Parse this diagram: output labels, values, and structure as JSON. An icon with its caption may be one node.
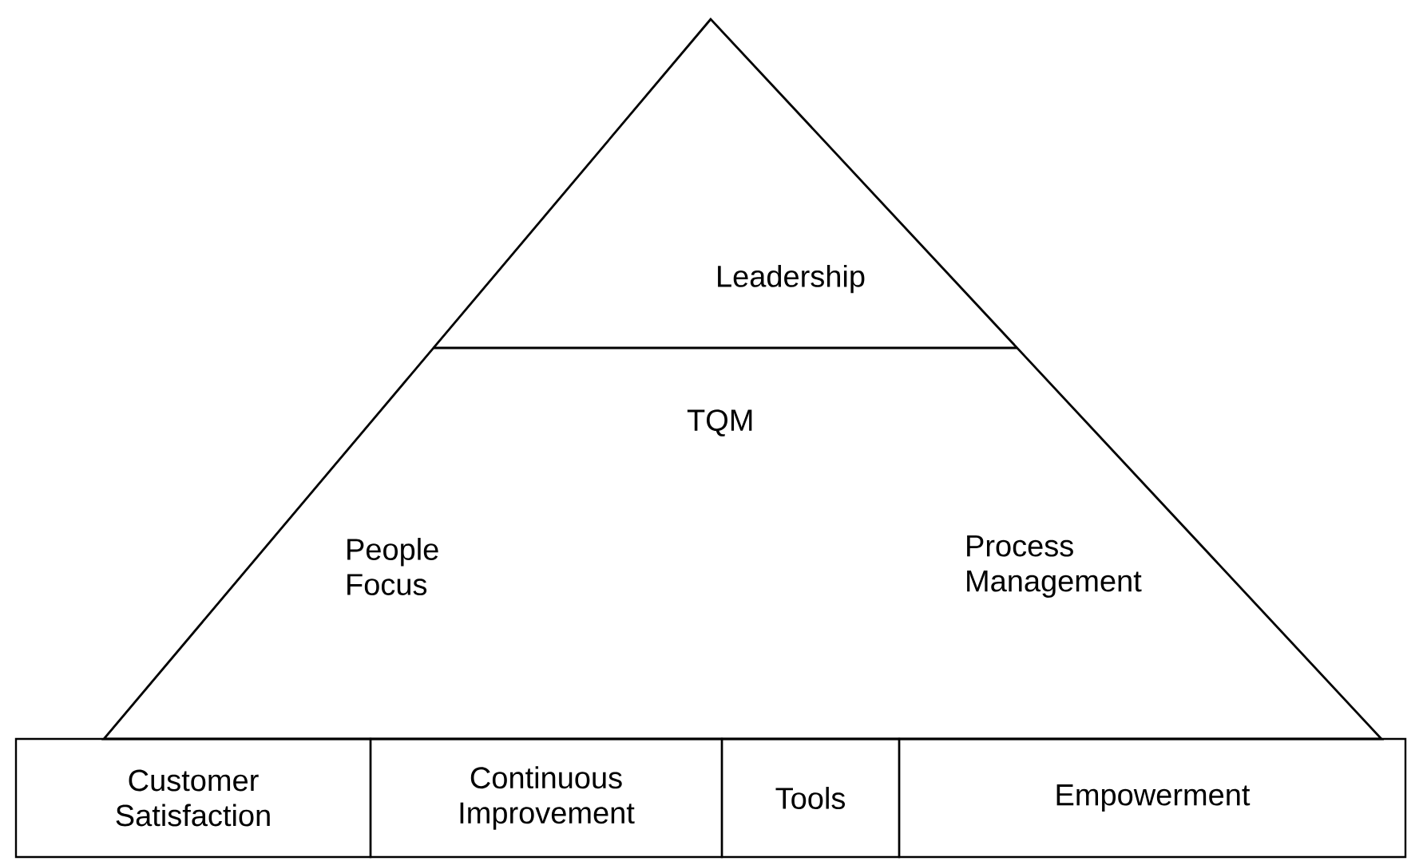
{
  "diagram": {
    "nodes": [
      {
        "text": [
          "TQM",
          "People Focus",
          "Process Management"
        ]
      },
      {
        "text": [
          "Leadership"
        ],
        "in": 0
      },
      {
        "text": [
          "Customer Satisfaction"
        ]
      },
      {
        "text": [
          "Continuous Improvement"
        ]
      },
      {
        "text": [
          "Tools"
        ]
      },
      {
        "text": [
          "Empowerment"
        ]
      }
    ]
  }
}
